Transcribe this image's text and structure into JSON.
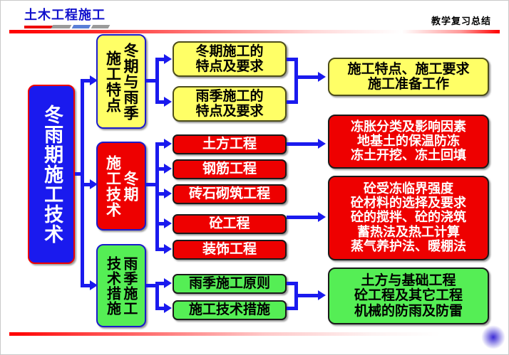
{
  "header": {
    "title": "土木工程施工",
    "right_label": "教学复习总结"
  },
  "root": {
    "label": "冬雨期施工技术"
  },
  "branches": [
    {
      "id": "features",
      "color": "#ffff66",
      "left_label": "施工特点",
      "right_label": "冬期与雨季",
      "items": [
        "冬期施工的\n特点及要求",
        "雨季施工的\n特点及要求"
      ],
      "summary": "施工特点、施工要求\n施工准备工作"
    },
    {
      "id": "technology",
      "color": "#ee0000",
      "left_label": "施工技术",
      "right_label": "冬期",
      "items": [
        "土方工程",
        "钢筋工程",
        "砖石砌筑工程",
        "砼工程",
        "装饰工程"
      ],
      "summaries": [
        "冻胀分类及影响因素\n地基土的保温防冻\n冻土开挖、冻土回填",
        "砼受冻临界强度\n砼材料的选择及要求\n砼的搅拌、砼的浇筑\n蓄热法及热工计算\n蒸气养护法、暖棚法"
      ]
    },
    {
      "id": "measures",
      "color": "#55ee55",
      "left_label": "技术措施",
      "right_label": "雨季施工",
      "items": [
        "雨季施工原则",
        "施工技术措施"
      ],
      "summary": "土方与基础工程\n砼工程及其它工程\n机械的防雨及防雷"
    }
  ],
  "nodes": {
    "col2_features_left": "施工特点",
    "col2_features_right": "冬期与雨季",
    "col2_tech_left": "施工技术",
    "col2_tech_right": "冬期",
    "col2_meas_left": "技术措施",
    "col2_meas_right": "雨季施工",
    "col3_y1": "冬期施工的",
    "col3_y1b": "特点及要求",
    "col3_y2": "雨季施工的",
    "col3_y2b": "特点及要求",
    "col3_r1": "土方工程",
    "col3_r2": "钢筋工程",
    "col3_r3": "砖石砌筑工程",
    "col3_r4": "砼工程",
    "col3_r5": "装饰工程",
    "col3_g1": "雨季施工原则",
    "col3_g2": "施工技术措施",
    "col4_y1": "施工特点、施工要求",
    "col4_y2": "施工准备工作",
    "col4_r1l1": "冻胀分类及影响因素",
    "col4_r1l2": "地基土的保温防冻",
    "col4_r1l3": "冻土开挖、冻土回填",
    "col4_r2l1": "砼受冻临界强度",
    "col4_r2l2": "砼材料的选择及要求",
    "col4_r2l3": "砼的搅拌、砼的浇筑",
    "col4_r2l4": "蓄热法及热工计算",
    "col4_r2l5": "蒸气养护法、暖棚法",
    "col4_g1": "土方与基础工程",
    "col4_g2": "砼工程及其它工程",
    "col4_g3": "机械的防雨及防雷"
  },
  "colors": {
    "accent_blue": "#1a1aee",
    "accent_red": "#ee0000",
    "yellow": "#ffff66",
    "green": "#55ee55",
    "title_blue": "#1111cc"
  }
}
